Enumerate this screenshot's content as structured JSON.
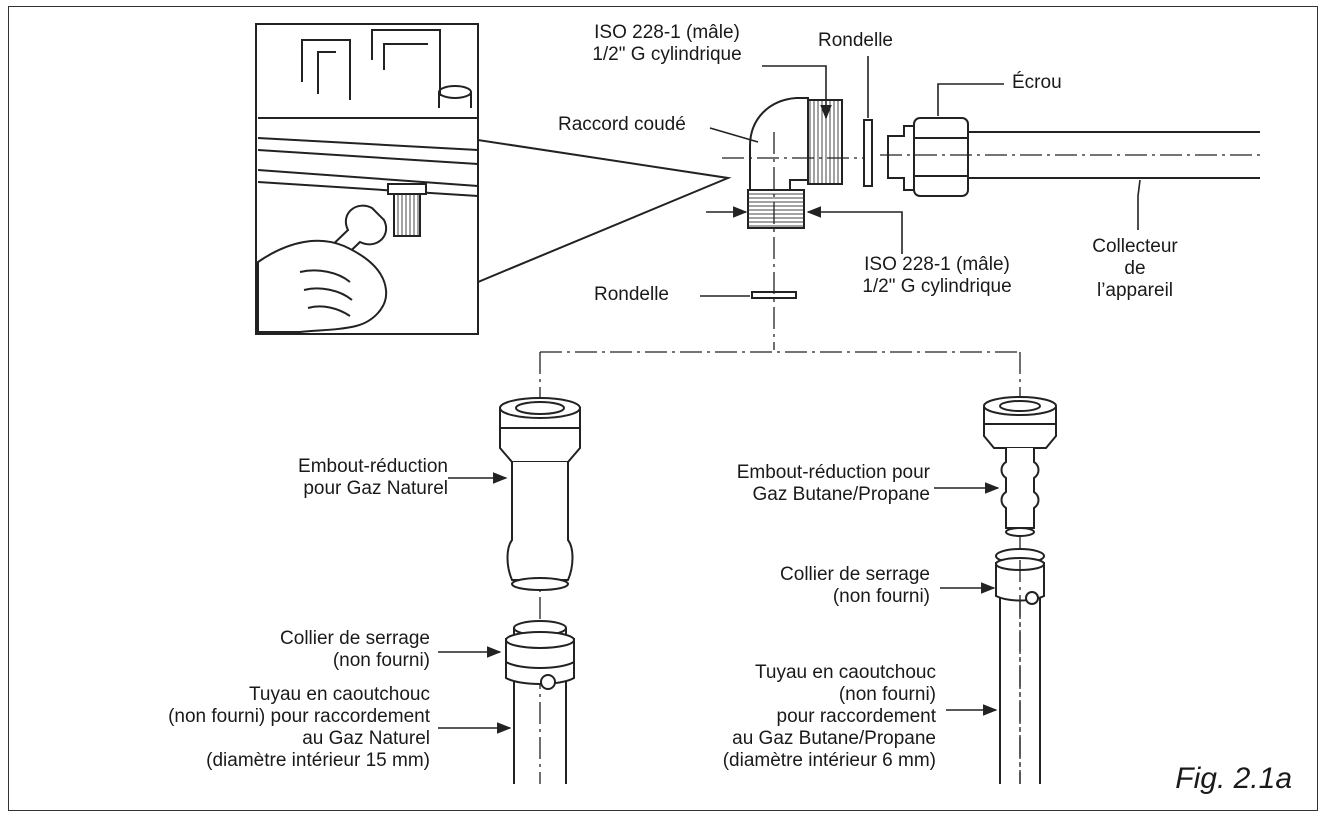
{
  "labels": {
    "iso_top": "ISO 228-1 (mâle)\n1/2\" G cylindrique",
    "rondelle_top": "Rondelle",
    "ecrou": "Écrou",
    "raccord_coude": "Raccord coudé",
    "collecteur": "Collecteur\nde\nl’appareil",
    "iso_bottom": "ISO 228-1 (mâle)\n1/2\" G cylindrique",
    "rondelle_bottom": "Rondelle",
    "embout_naturel": "Embout-réduction\npour Gaz Naturel",
    "embout_butane": "Embout-réduction pour\nGaz Butane/Propane",
    "collier_left": "Collier de serrage\n(non fourni)",
    "collier_right": "Collier de serrage\n(non fourni)",
    "tuyau_left": "Tuyau en caoutchouc\n(non fourni) pour raccordement\nau Gaz Naturel\n(diamètre intérieur 15 mm)",
    "tuyau_right": "Tuyau en caoutchouc\n(non fourni)\npour raccordement\nau Gaz Butane/Propane\n(diamètre intérieur 6 mm)"
  },
  "figure_label": "Fig. 2.1a"
}
